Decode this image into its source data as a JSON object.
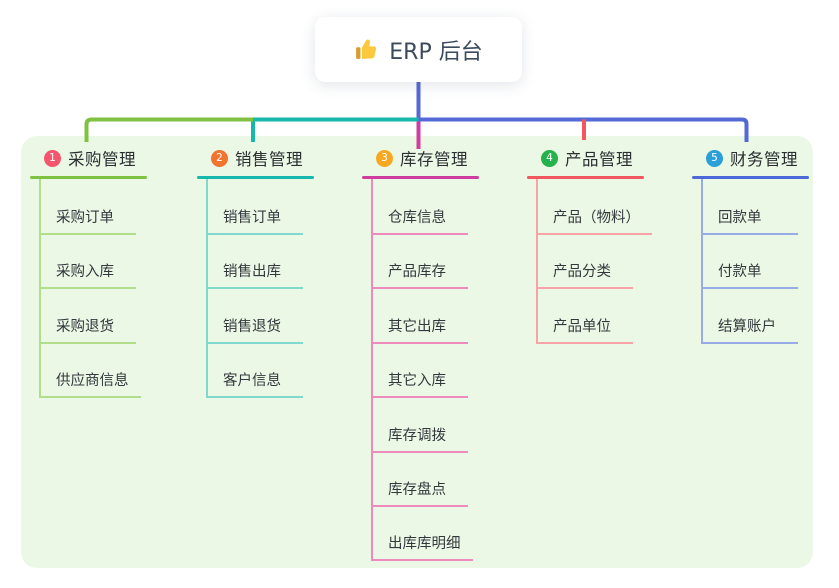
{
  "root": {
    "title": "ERP 后台",
    "icon": "thumbs-up-icon",
    "icon_color": "#fbc93d"
  },
  "canvas": {
    "panel_bg": "#ecf8e6",
    "trunk_color": "#5569d6"
  },
  "connectors": {
    "trunk_blue": "#5569d6",
    "green": "#7fc241",
    "teal": "#15b8ab",
    "magenta": "#cf3da0",
    "red": "#f2565f"
  },
  "branches": [
    {
      "number": "1",
      "label": "采购管理",
      "badge_color": "#f4566e",
      "line_color": "#7fc241",
      "light_color": "#b2dd8b",
      "items": [
        "采购订单",
        "采购入库",
        "采购退货",
        "供应商信息"
      ]
    },
    {
      "number": "2",
      "label": "销售管理",
      "badge_color": "#f1742f",
      "line_color": "#15b8ab",
      "light_color": "#82d7ce",
      "items": [
        "销售订单",
        "销售出库",
        "销售退货",
        "客户信息"
      ]
    },
    {
      "number": "3",
      "label": "库存管理",
      "badge_color": "#f7a823",
      "line_color": "#cf3da0",
      "light_color": "#ee8abc",
      "items": [
        "仓库信息",
        "产品库存",
        "其它出库",
        "其它入库",
        "库存调拨",
        "库存盘点",
        "出库库明细"
      ]
    },
    {
      "number": "4",
      "label": "产品管理",
      "badge_color": "#23b24b",
      "line_color": "#f2565f",
      "light_color": "#f8a3a8",
      "items": [
        "产品（物料）",
        "产品分类",
        "产品单位"
      ]
    },
    {
      "number": "5",
      "label": "财务管理",
      "badge_color": "#2b9fd8",
      "line_color": "#4d68d8",
      "light_color": "#97abe6",
      "items": [
        "回款单",
        "付款单",
        "结算账户"
      ]
    }
  ]
}
